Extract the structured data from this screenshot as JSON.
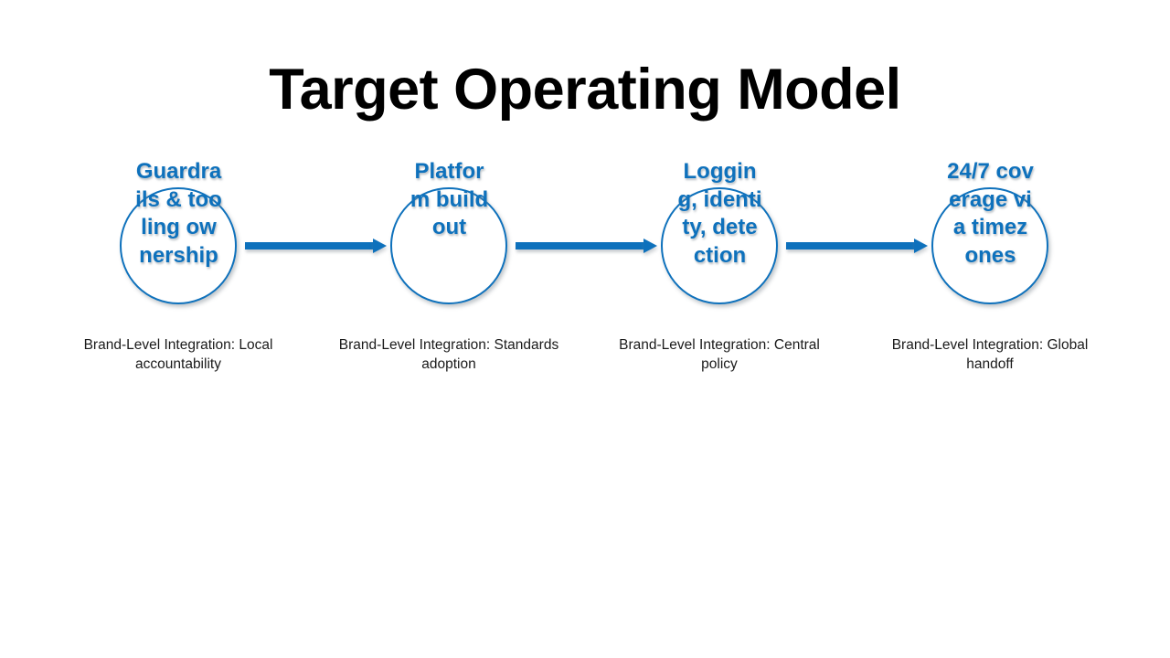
{
  "slide": {
    "title": "Target Operating Model",
    "accent_color": "#0E71BC",
    "title_color": "#000000",
    "caption_color": "#1a1a1a",
    "background_color": "#ffffff"
  },
  "diagram": {
    "type": "linear-process-flow",
    "orientation": "horizontal",
    "step_count": 4,
    "connector": "arrow-right",
    "steps": [
      {
        "id": "step-1",
        "label": "Guardrails & tooling ownership",
        "caption": "Brand-Level Integration: Local accountability"
      },
      {
        "id": "step-2",
        "label": "Platform buildout",
        "caption": "Brand-Level Integration: Standards adoption"
      },
      {
        "id": "step-3",
        "label": "Logging, identity, detection",
        "caption": "Brand-Level Integration: Central policy"
      },
      {
        "id": "step-4",
        "label": "24/7 coverage via timezones",
        "caption": "Brand-Level Integration: Global handoff"
      }
    ]
  }
}
